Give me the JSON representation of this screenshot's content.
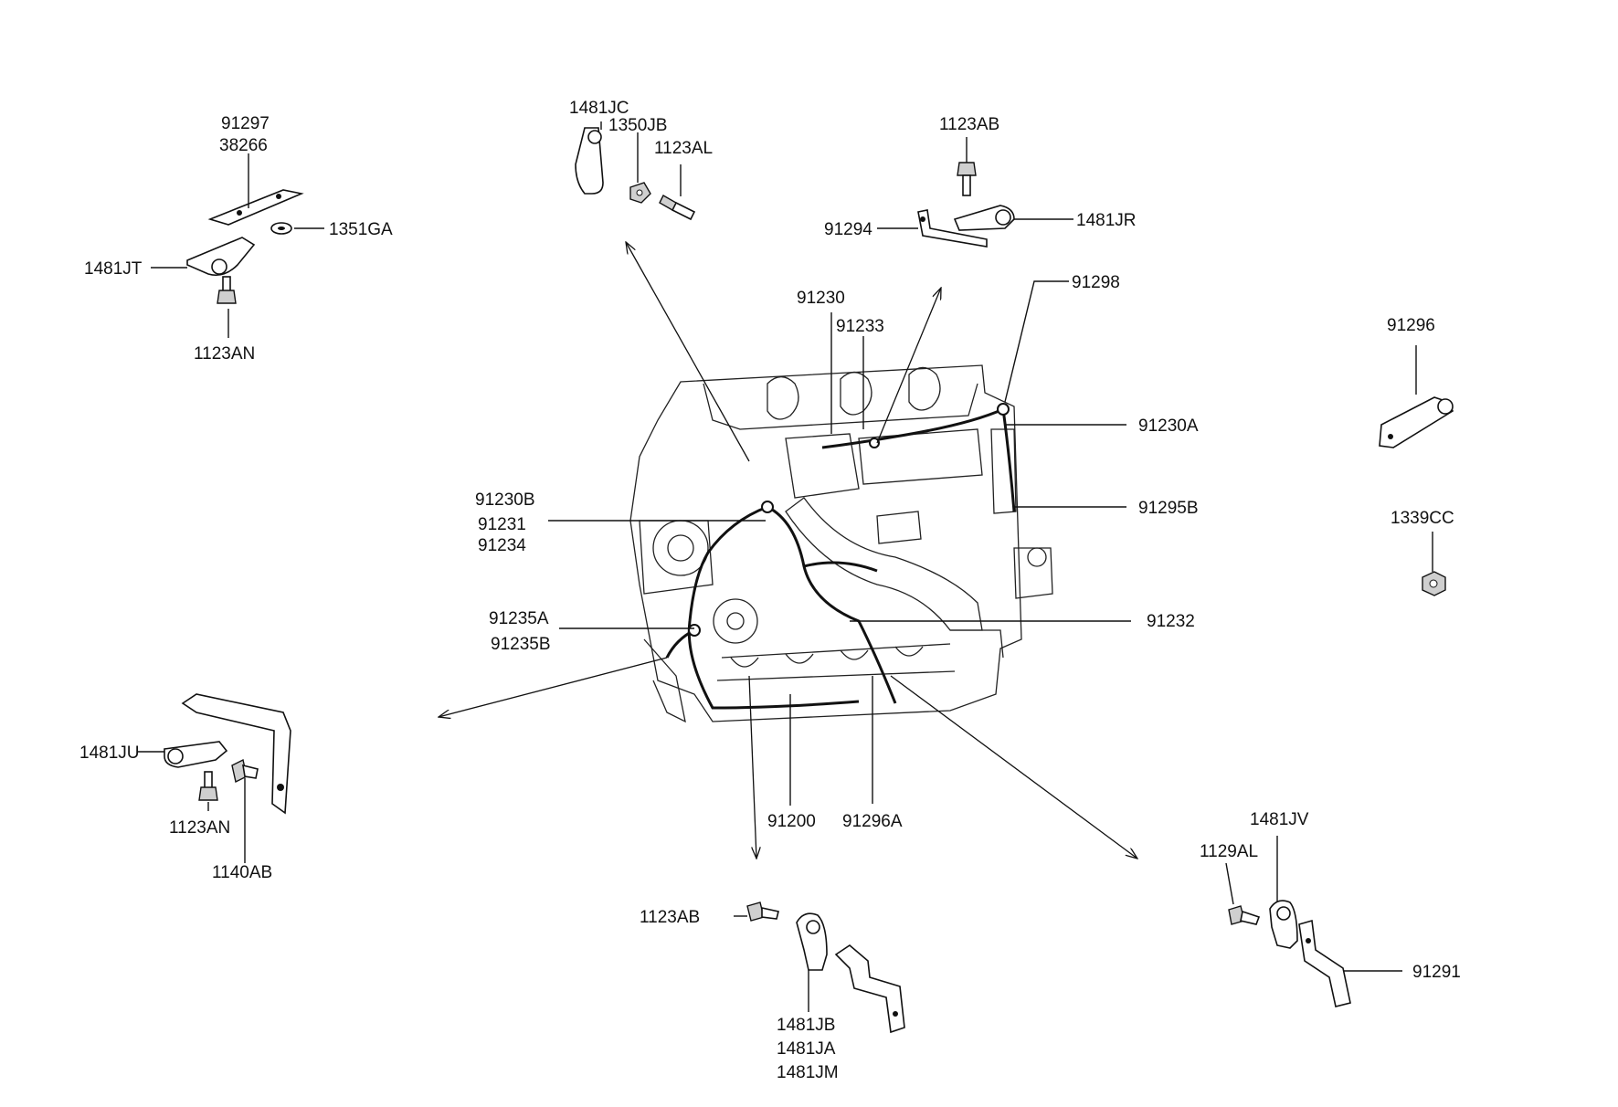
{
  "labels": {
    "l_91297": "91297",
    "l_38266": "38266",
    "l_1351GA": "1351GA",
    "l_1481JT": "1481JT",
    "l_1123AN_tl": "1123AN",
    "l_1481JC": "1481JC",
    "l_1350JB": "1350JB",
    "l_1123AL": "1123AL",
    "l_1123AB_top": "1123AB",
    "l_91294": "91294",
    "l_1481JR": "1481JR",
    "l_91298": "91298",
    "l_91230": "91230",
    "l_91233": "91233",
    "l_91230A": "91230A",
    "l_91296": "91296",
    "l_1339CC": "1339CC",
    "l_91295B": "91295B",
    "l_91230B": "91230B",
    "l_91231": "91231",
    "l_91234": "91234",
    "l_91235A": "91235A",
    "l_91235B": "91235B",
    "l_91232": "91232",
    "l_1481JU": "1481JU",
    "l_1123AN_bl": "1123AN",
    "l_1140AB": "1140AB",
    "l_91200": "91200",
    "l_91296A": "91296A",
    "l_1123AB_bot": "1123AB",
    "l_1481JB": "1481JB",
    "l_1481JA": "1481JA",
    "l_1481JM": "1481JM",
    "l_1481JV": "1481JV",
    "l_1129AL": "1129AL",
    "l_91291": "91291"
  }
}
